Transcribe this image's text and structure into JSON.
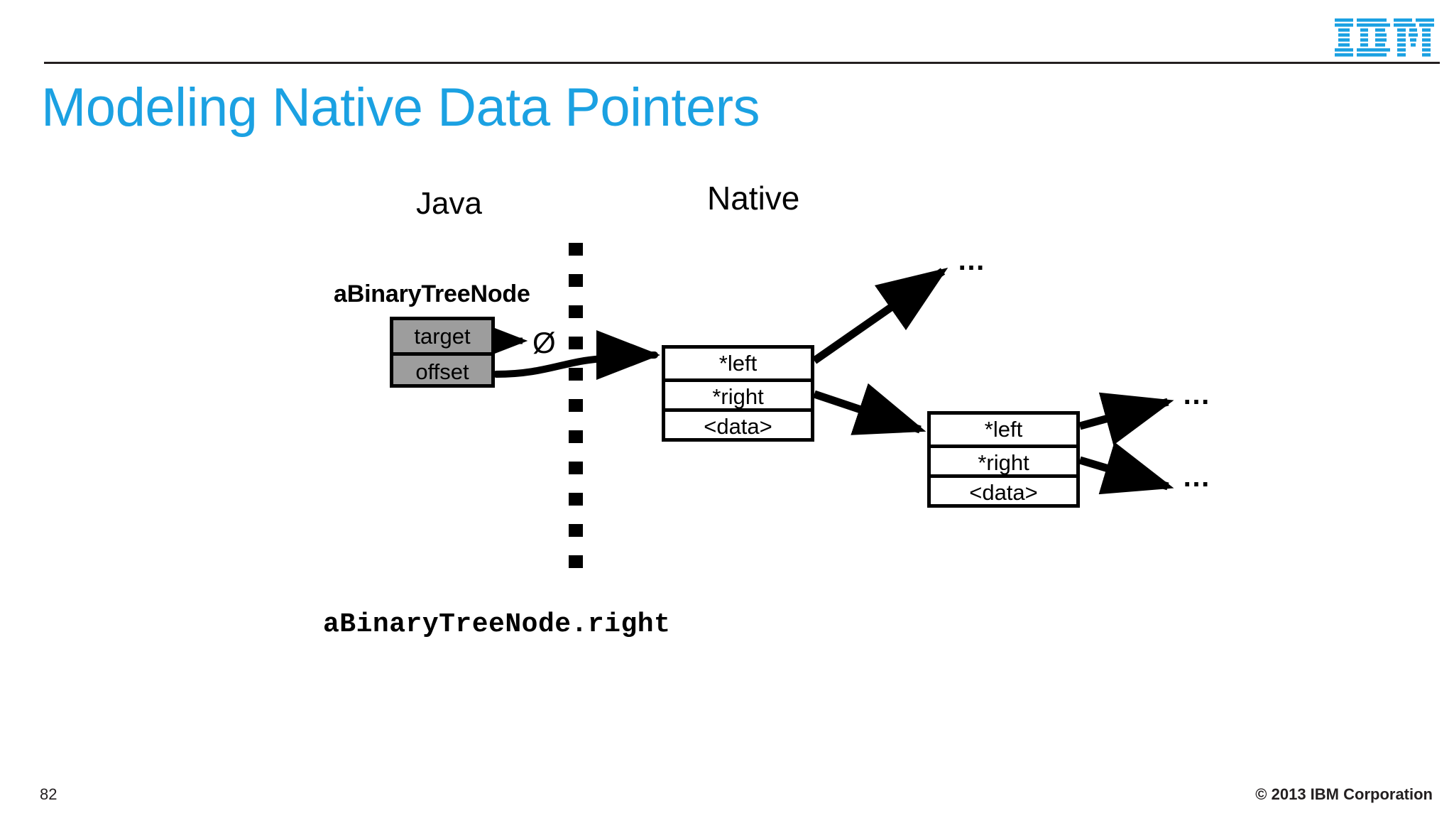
{
  "brand": {
    "logo_name": "IBM",
    "accent_color": "#1BA1E2",
    "logo_color": "#1BA1E2"
  },
  "header": {
    "title": "Modeling Native Data Pointers"
  },
  "footer": {
    "page_number": "82",
    "copyright": "© 2013 IBM Corporation"
  },
  "diagram": {
    "lanes": [
      {
        "label": "Java"
      },
      {
        "label": "Native"
      }
    ],
    "java_object": {
      "name": "aBinaryTreeNode",
      "fields": [
        {
          "label": "target"
        },
        {
          "label": "offset"
        }
      ],
      "null_symbol": "Ø"
    },
    "native_nodes": [
      {
        "id": "node-1",
        "fields": [
          {
            "label": "*left"
          },
          {
            "label": "*right"
          },
          {
            "label": "<data>"
          }
        ]
      },
      {
        "id": "node-2",
        "fields": [
          {
            "label": "*left"
          },
          {
            "label": "*right"
          },
          {
            "label": "<data>"
          }
        ]
      }
    ],
    "continuation_markers": [
      {
        "label": "…"
      },
      {
        "label": "…"
      },
      {
        "label": "…"
      }
    ],
    "caption": "aBinaryTreeNode.right"
  }
}
